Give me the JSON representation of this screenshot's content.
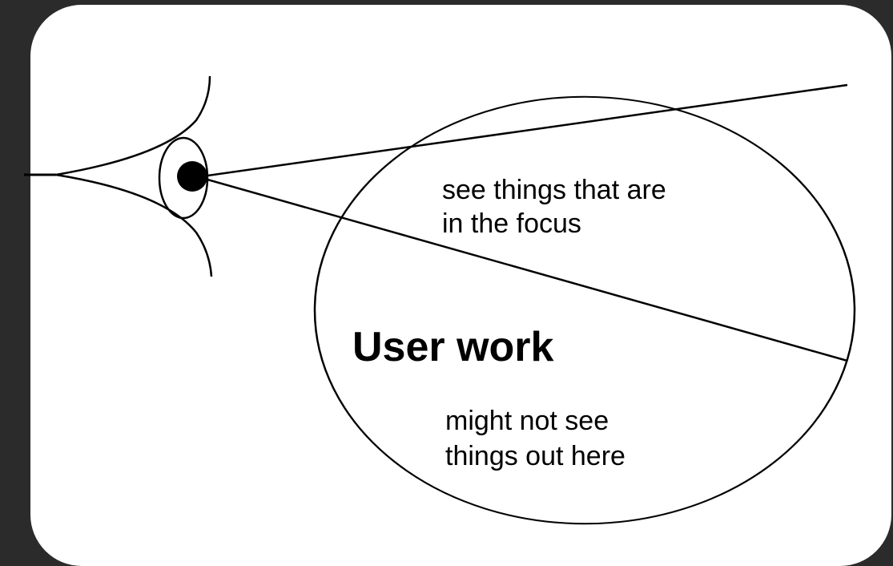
{
  "diagram": {
    "focus_note_line1": "see things that are",
    "focus_note_line2": "in the focus",
    "main_label": "User work",
    "outside_note_line1": "might not see",
    "outside_note_line2": "things out here"
  },
  "colors": {
    "background": "#2b2b2b",
    "card": "#ffffff",
    "ink": "#000000"
  },
  "icons": {
    "eye": "eye-icon"
  }
}
